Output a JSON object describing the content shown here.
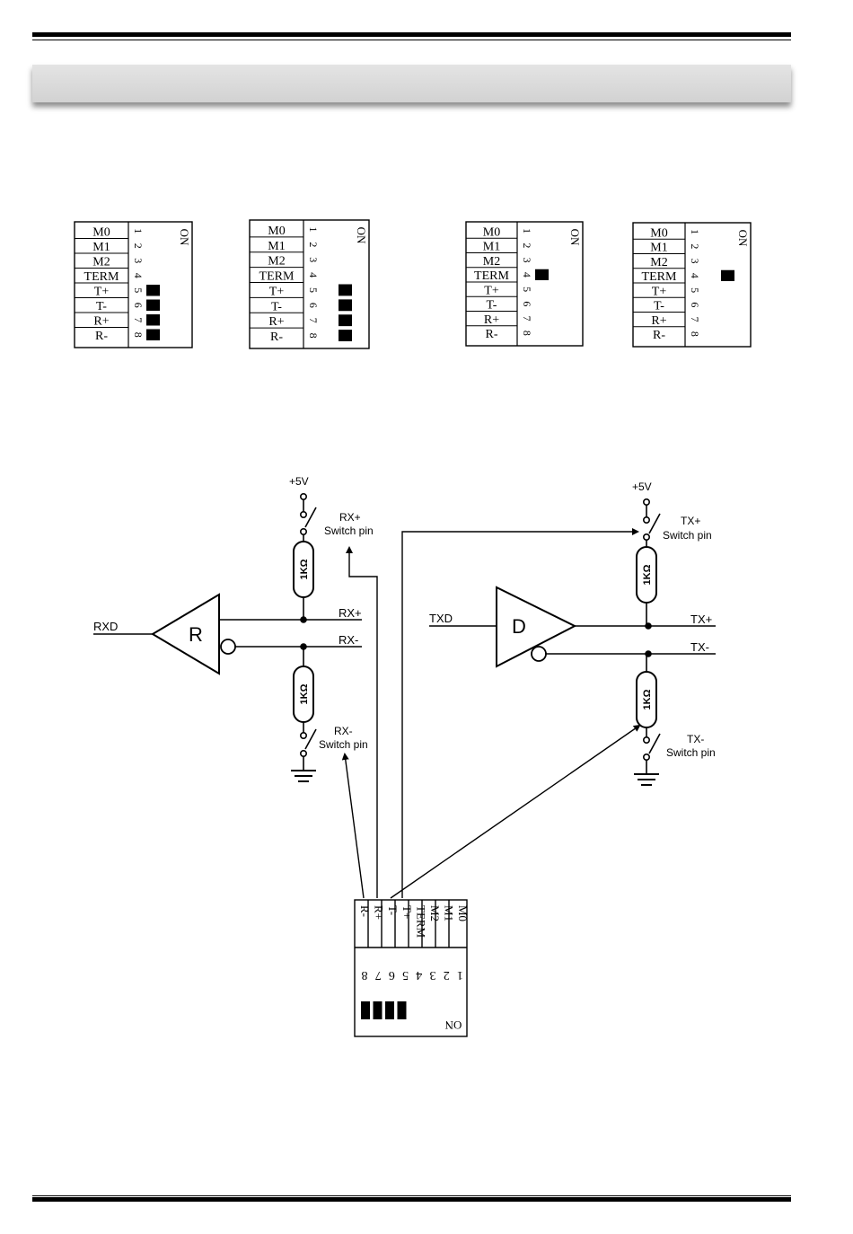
{
  "dip_labels": [
    "M0",
    "M1",
    "M2",
    "TERM",
    "T+",
    "T-",
    "R+",
    "R-"
  ],
  "dip_numbers": [
    "1",
    "2",
    "3",
    "4",
    "5",
    "6",
    "7",
    "8"
  ],
  "dip_on_label": "ON",
  "dip_configs": [
    {
      "on_switches": [
        5,
        6,
        7,
        8
      ]
    },
    {
      "on_switches": [
        5,
        6,
        7,
        8
      ]
    },
    {
      "on_switches": [
        4
      ]
    },
    {
      "on_switches": [
        4
      ]
    }
  ],
  "receiver": {
    "input_label": "RXD",
    "symbol": "R",
    "supply": "+5V",
    "plus_line": "RX+",
    "minus_line": "RX-",
    "plus_switch": [
      "RX+",
      "Switch pin"
    ],
    "minus_switch": [
      "RX-",
      "Switch pin"
    ],
    "resistor": "1KΩ"
  },
  "driver": {
    "input_label": "TXD",
    "symbol": "D",
    "supply": "+5V",
    "plus_line": "TX+",
    "minus_line": "TX-",
    "plus_switch": [
      "TX+",
      "Switch pin"
    ],
    "minus_switch": [
      "TX-",
      "Switch pin"
    ],
    "resistor": "1KΩ"
  },
  "bottom_dip": {
    "on_switches": [
      5,
      6,
      7,
      8
    ]
  }
}
